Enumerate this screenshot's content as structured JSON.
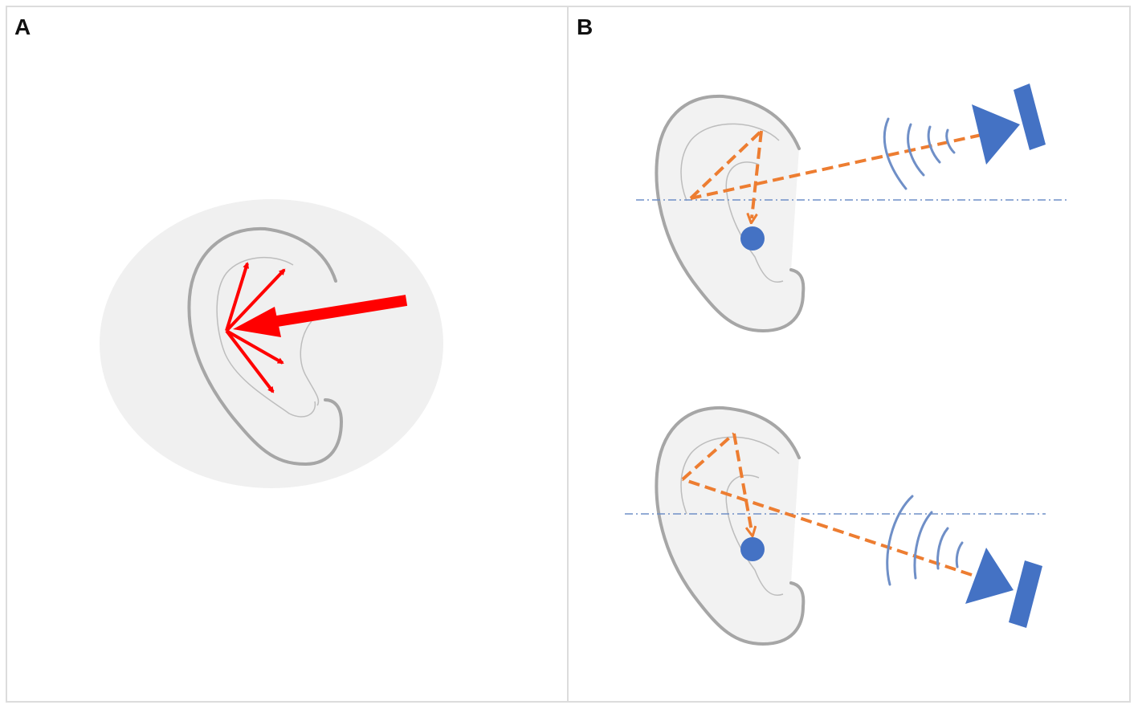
{
  "panels": {
    "a": {
      "label": "A"
    },
    "b": {
      "label": "B"
    }
  },
  "colors": {
    "panel_border": "#dcdcdc",
    "head_fill": "#f0f0f0",
    "ear_outline": "#a6a6a6",
    "ear_fold": "#bdbdbd",
    "reflection_arrows": "#ff0000",
    "sound_path": "#ed7d31",
    "speaker": "#4472c4",
    "eardrum": "#4472c4",
    "reference_line": "#6f8fc7"
  },
  "icons": {
    "ear": "ear-icon",
    "speaker": "speaker-icon",
    "sound_waves": "sound-waves-icon",
    "eardrum": "eardrum-dot"
  }
}
